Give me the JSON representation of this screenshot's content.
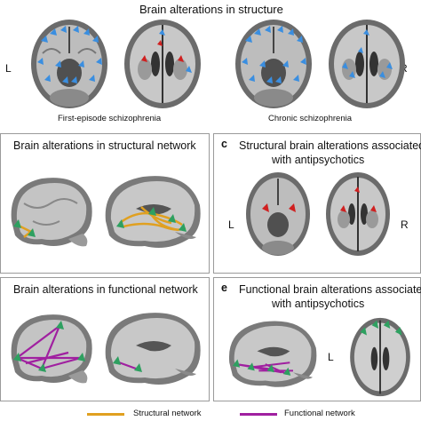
{
  "panel_a": {
    "title": "Brain alterations in structure",
    "label_left": "L",
    "label_right": "R",
    "caption_first": "First-episode schizophrenia",
    "caption_chronic": "Chronic schizophrenia"
  },
  "panel_b": {
    "title": "Brain alterations in structural network"
  },
  "panel_c": {
    "letter": "c",
    "title_line1": "Structural brain alterations associated",
    "title_line2": "with antipsychotics",
    "label_left": "L",
    "label_right": "R"
  },
  "panel_d": {
    "title": "Brain alterations in functional network"
  },
  "panel_e": {
    "letter": "e",
    "title_line1": "Functional brain alterations associated",
    "title_line2": "with antipsychotics",
    "label_left": "L"
  },
  "legend": {
    "structural": "Structural network",
    "functional": "Functional network"
  },
  "colors": {
    "structural": "#e0a020",
    "functional": "#a020a0",
    "blue_marker": "#3a8ee0",
    "red_marker": "#d02020",
    "green_node": "#2ea060"
  }
}
